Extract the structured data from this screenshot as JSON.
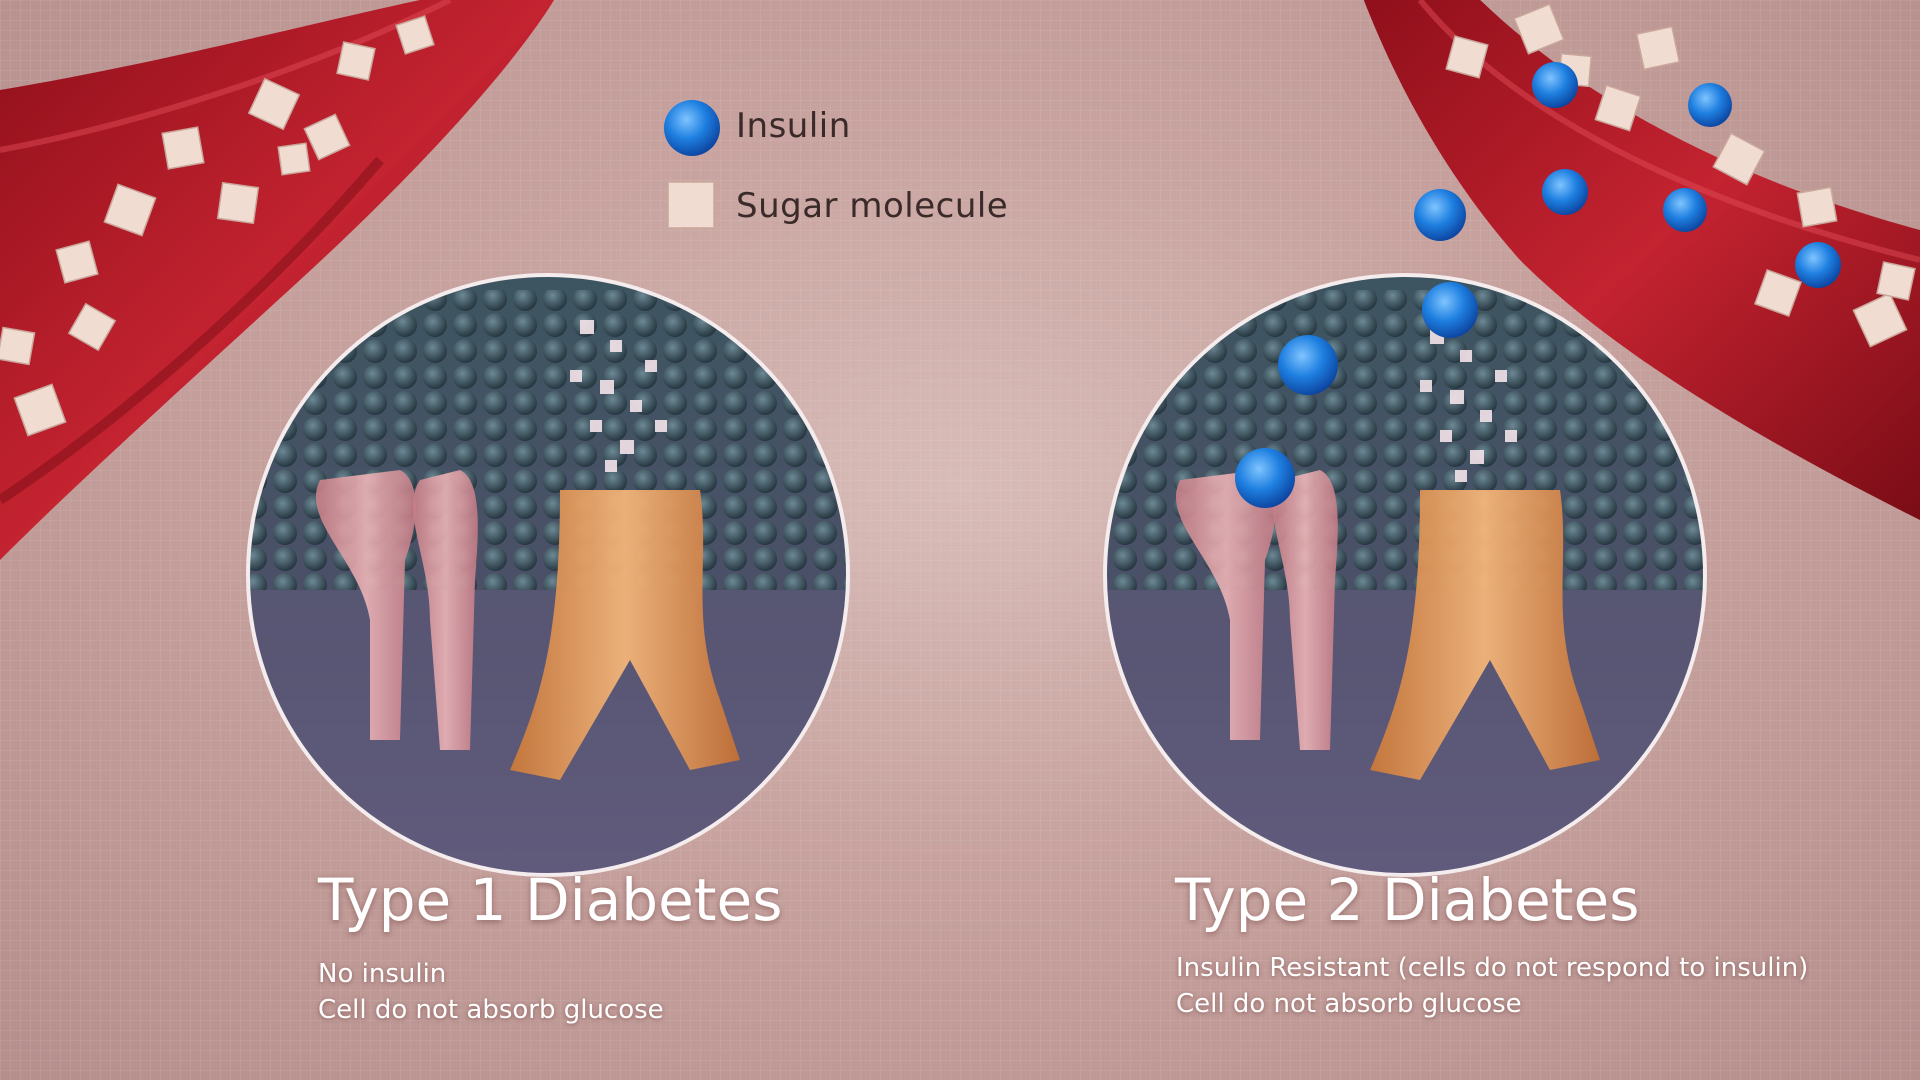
{
  "legend": {
    "insulin_label": "Insulin",
    "sugar_label": "Sugar molecule"
  },
  "panels": [
    {
      "title": "Type 1 Diabetes",
      "lines": [
        "No insulin",
        "Cell do not absorb glucose"
      ]
    },
    {
      "title": "Type 2 Diabetes",
      "lines": [
        "Insulin Resistant (cells do not respond to insulin)",
        "Cell do not absorb glucose"
      ]
    }
  ],
  "colors": {
    "vessel": "#b8202a",
    "insulin": "#1e7fe0",
    "sugar": "#f1dcd2",
    "receptor_insulin": "#e8a0a4",
    "receptor_glucose": "#e7a062",
    "membrane": "#2f4650"
  }
}
